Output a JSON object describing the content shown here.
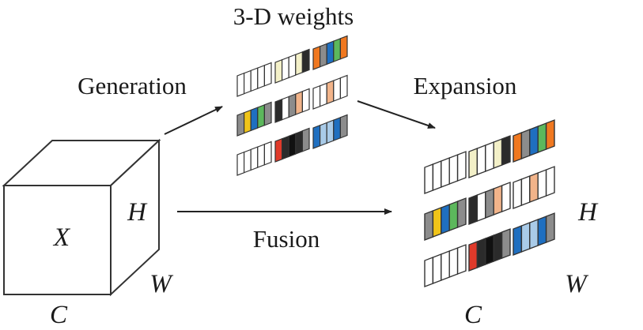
{
  "labels": {
    "weights_title": "3-D weights",
    "generation": "Generation",
    "expansion": "Expansion",
    "fusion": "Fusion",
    "input_var": "X",
    "height_var": "H",
    "width_var": "W",
    "channel_var": "C",
    "output_height_var": "H",
    "output_width_var": "W",
    "output_channel_var": "C"
  },
  "colors": {
    "outline": "#333333",
    "white": "#ffffff",
    "light_gray": "#d4d4d4",
    "gray": "#8c8c8c",
    "dark": "#2b2b2b",
    "black": "#111111",
    "blue": "#1f6fc0",
    "yellow": "#f0c419",
    "green": "#5cb85c",
    "orange": "#f07820",
    "red": "#e03a2a",
    "cream": "#f3f0c8",
    "peach": "#f2b48a",
    "light_blue": "#a9cbe8"
  },
  "weight_rows": [
    [
      [
        "white",
        "white",
        "white",
        "white",
        "white"
      ],
      [
        "cream",
        "white",
        "white",
        "cream",
        "dark"
      ],
      [
        "orange",
        "gray",
        "blue",
        "green",
        "orange"
      ]
    ],
    [
      [
        "gray",
        "yellow",
        "blue",
        "green",
        "gray"
      ],
      [
        "dark",
        "white",
        "gray",
        "peach",
        "white"
      ],
      [
        "white",
        "white",
        "peach",
        "white",
        "white"
      ]
    ],
    [
      [
        "white",
        "white",
        "white",
        "white",
        "white"
      ],
      [
        "red",
        "dark",
        "black",
        "dark",
        "gray"
      ],
      [
        "blue",
        "light_blue",
        "light_blue",
        "blue",
        "gray"
      ]
    ]
  ]
}
